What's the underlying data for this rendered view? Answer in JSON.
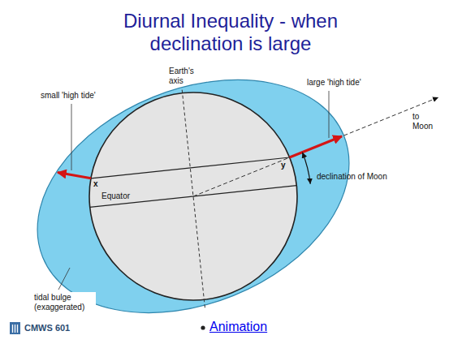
{
  "diagram": {
    "title": "Diurnal Inequality - when declination is large",
    "labels": [
      "small 'high tide'",
      "large 'high tide'",
      "Earth's axis",
      "to Moon",
      "x",
      "y",
      "Equator",
      "declination of Moon",
      "tidal bulge (exaggerated)",
      "CMWS 601",
      "Animation"
    ]
  }
}
